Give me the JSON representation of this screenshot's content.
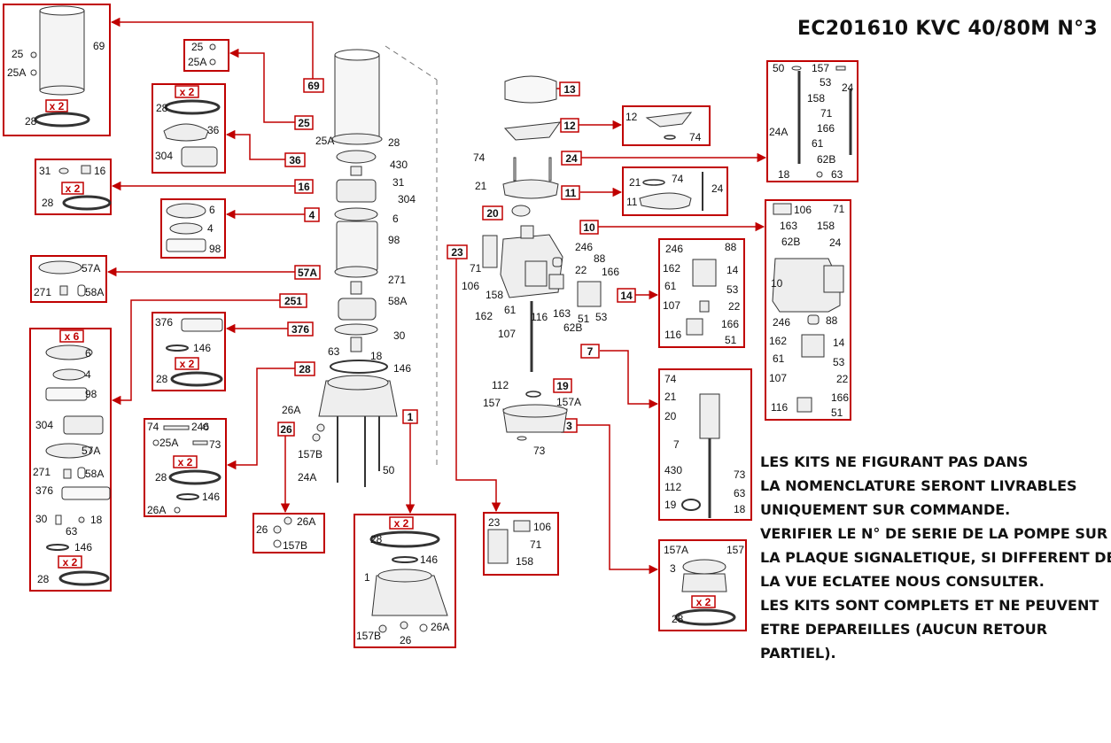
{
  "title": "EC201610 KVC 40/80M N°3",
  "note_lines": [
    "LES KITS NE FIGURANT PAS DANS",
    "LA NOMENCLATURE SERONT LIVRABLES",
    "UNIQUEMENT SUR COMMANDE.",
    "VERIFIER LE N° DE SERIE DE LA POMPE SUR",
    "LA PLAQUE SIGNALETIQUE, SI DIFFERENT DE",
    "LA VUE ECLATEE NOUS CONSULTER.",
    "LES KITS SONT COMPLETS ET NE PEUVENT",
    "ETRE DEPAREILLES (AUCUN RETOUR",
    "PARTIEL)."
  ],
  "qty_x2": "x 2",
  "qty_x6": "x 6",
  "colors": {
    "accent": "#c00000",
    "line": "#333333",
    "part": "#e8e8e8"
  },
  "kit_tags": [
    "69",
    "25",
    "36",
    "16",
    "4",
    "57A",
    "251",
    "376",
    "28",
    "26",
    "1",
    "13",
    "12",
    "24",
    "11",
    "20",
    "10",
    "23",
    "14",
    "7",
    "19",
    "3"
  ],
  "labels": {
    "k69": [
      "25",
      "25A",
      "69",
      "28"
    ],
    "k25": [
      "25",
      "25A"
    ],
    "k36": [
      "28",
      "36",
      "304"
    ],
    "k16": [
      "31",
      "16",
      "28"
    ],
    "k4": [
      "6",
      "4",
      "98"
    ],
    "k57a": [
      "57A",
      "271",
      "58A"
    ],
    "k251": [
      "6",
      "4",
      "98",
      "304",
      "57A",
      "271",
      "58A",
      "376",
      "30",
      "18",
      "63",
      "146",
      "28"
    ],
    "k376": [
      "376",
      "146",
      "28"
    ],
    "k28": [
      "74",
      "246",
      "25A",
      "73",
      "28",
      "146",
      "26A"
    ],
    "k26": [
      "26A",
      "26",
      "157B"
    ],
    "k1": [
      "28",
      "146",
      "1",
      "157B",
      "26",
      "26A"
    ],
    "k12": [
      "12",
      "74"
    ],
    "k24": [
      "50",
      "157",
      "53",
      "24",
      "158",
      "71",
      "24A",
      "166",
      "61",
      "62B",
      "18",
      "63"
    ],
    "k11": [
      "21",
      "74",
      "24",
      "11"
    ],
    "k10": [
      "106",
      "71",
      "163",
      "158",
      "62B",
      "24",
      "10",
      "246",
      "88",
      "162",
      "14",
      "61",
      "53",
      "107",
      "22",
      "116",
      "166",
      "51"
    ],
    "k14": [
      "246",
      "88",
      "162",
      "14",
      "61",
      "53",
      "107",
      "22",
      "166",
      "116",
      "51"
    ],
    "k7": [
      "74",
      "21",
      "20",
      "7",
      "430",
      "73",
      "112",
      "63",
      "19",
      "18"
    ],
    "k23": [
      "23",
      "106",
      "71",
      "158"
    ],
    "k3": [
      "157A",
      "157",
      "3",
      "28"
    ],
    "center": [
      "25A",
      "28",
      "430",
      "31",
      "304",
      "6",
      "98",
      "271",
      "58A",
      "30",
      "63",
      "18",
      "146",
      "26A",
      "157B",
      "24A",
      "50",
      "74",
      "21",
      "246",
      "88",
      "22",
      "166",
      "71",
      "106",
      "158",
      "162",
      "61",
      "116",
      "163",
      "51",
      "53",
      "62B",
      "107",
      "112",
      "157",
      "157A",
      "73"
    ]
  }
}
